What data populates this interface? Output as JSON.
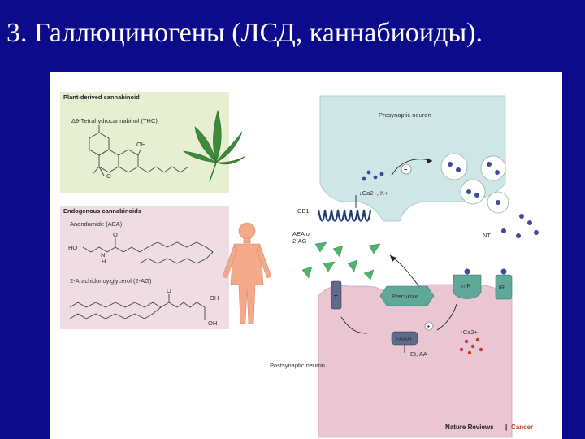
{
  "slide": {
    "title": "3. Галлюциногены (ЛСД, каннабиоиды)."
  },
  "figure": {
    "plant_section": {
      "heading": "Plant-derived cannabinoid",
      "compound": "Δ9-Tetrahydrocannabinol (THC)",
      "oh_label": "OH",
      "o_label": "O"
    },
    "endogenous_section": {
      "heading": "Endogenous cannabinoids",
      "aea_name": "Anandamide (AEA)",
      "aea_ho": "HO",
      "aea_n": "N",
      "aea_h": "H",
      "aea_o": "O",
      "ag_name": "2-Arachidonoylglycerol (2-AG)",
      "ag_o": "O",
      "ag_oh1": "OH",
      "ag_oh2": "OH"
    },
    "synapse": {
      "presynaptic": "Presynaptic neuron",
      "postsynaptic": "Postsynaptic neuron",
      "ca_k": "↓Ca2+, K+",
      "cb1": "CB1",
      "aea_2ag": "AEA or\n2-AG",
      "nt": "NT",
      "t_label": "T",
      "precursor": "Precursor",
      "mr": "mR",
      "ir": "iR",
      "faah": "FAAH",
      "ca_up": "↑Ca2+",
      "et_aa": "Et, AA",
      "minus": "−",
      "plus": "+"
    },
    "credit": {
      "journal": "Nature Reviews",
      "separator": "|",
      "section": "Cancer"
    },
    "colors": {
      "presynaptic_fill": "#cfe6e6",
      "postsynaptic_fill": "#e9c6d2",
      "ligand_green": "#4fb36a",
      "nt_dot": "#3f4a9c",
      "plant_box": "#e7efd2",
      "endo_box": "#efdde3",
      "leaf": "#3c8a3a",
      "body": "#f3a98a"
    }
  }
}
